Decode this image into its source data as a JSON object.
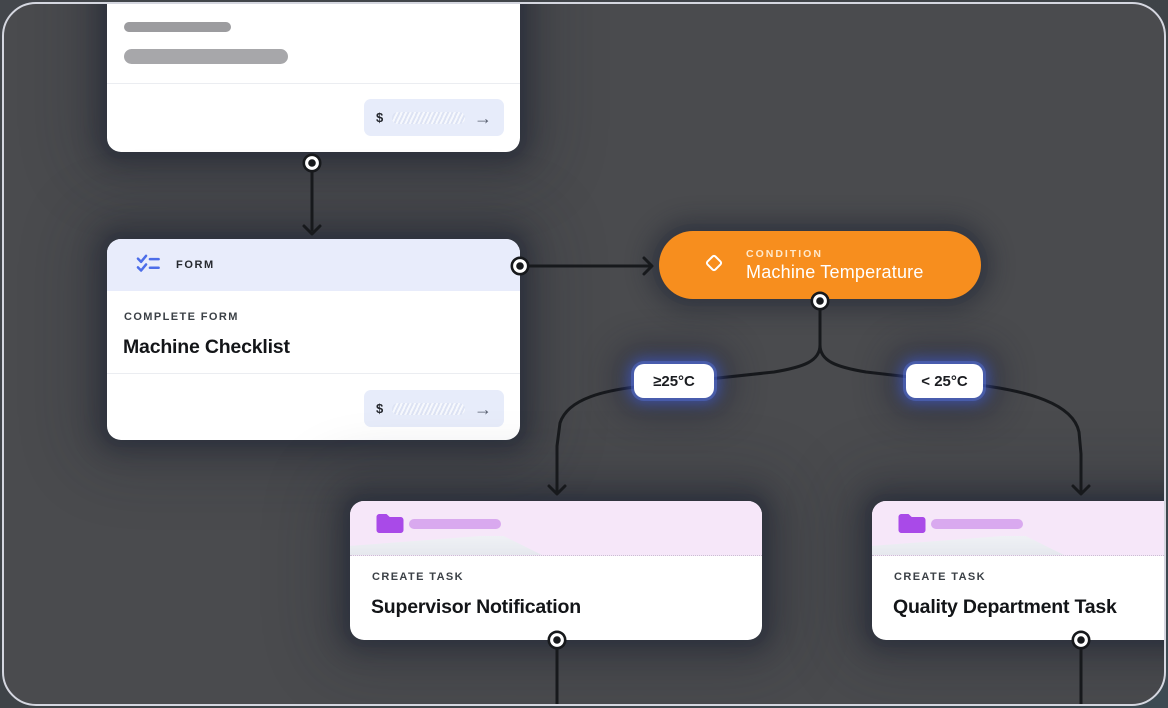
{
  "canvas": {
    "background": "#4a4b4e",
    "border_color": "#d5d7e0"
  },
  "colors": {
    "condition_orange": "#f78e1e",
    "folder_purple": "#a94ae8",
    "checklist_blue": "#4c6de9",
    "branch_glow_blue": "#4d6ae9",
    "edge_black": "#17191c"
  },
  "trigger_card": {
    "currency_label": "$",
    "arrow_glyph": "→"
  },
  "form_card": {
    "type_label": "FORM",
    "subtitle": "COMPLETE FORM",
    "title": "Machine Checklist",
    "currency_label": "$",
    "arrow_glyph": "→"
  },
  "condition": {
    "type_label": "CONDITION",
    "title": "Machine Temperature"
  },
  "branches": [
    {
      "label": "≥25°C"
    },
    {
      "label": "< 25°C"
    }
  ],
  "tasks": [
    {
      "subtitle": "CREATE TASK",
      "title": "Supervisor Notification"
    },
    {
      "subtitle": "CREATE TASK",
      "title": "Quality Department Task"
    }
  ]
}
